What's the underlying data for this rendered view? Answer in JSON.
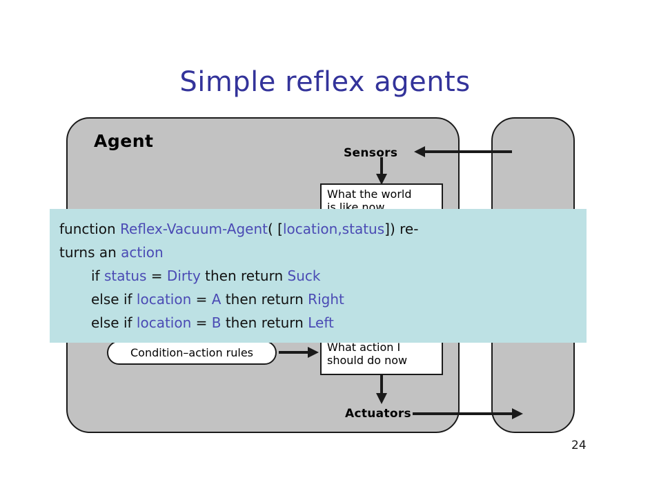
{
  "slide": {
    "title": "Simple reflex agents",
    "title_color": "#33339a",
    "page_number": "24",
    "background": "#ffffff"
  },
  "diagram": {
    "agent_label": "Agent",
    "environment_label": "",
    "sensors_label": "Sensors",
    "actuators_label": "Actuators",
    "world_state_box": "What the world\nis like now",
    "action_box": "What action I\nshould do now",
    "rules_box": "Condition–action rules",
    "box_fill": "#c2c2c2",
    "box_stroke": "#1a1a1a",
    "state_box_fill": "#ffffff"
  },
  "code_overlay": {
    "background": "#bde1e4",
    "keyword_color": "#111111",
    "identifier_color": "#4a4ab4",
    "lines": [
      {
        "indent": false,
        "tokens": [
          {
            "t": "function ",
            "k": "kw"
          },
          {
            "t": "Reflex-Vacuum-Agent",
            "k": "id"
          },
          {
            "t": "( [",
            "k": "kw"
          },
          {
            "t": "location,status",
            "k": "id"
          },
          {
            "t": "]) re-",
            "k": "kw"
          }
        ]
      },
      {
        "indent": false,
        "tokens": [
          {
            "t": "turns an ",
            "k": "kw"
          },
          {
            "t": "action",
            "k": "id"
          }
        ]
      },
      {
        "indent": true,
        "tokens": [
          {
            "t": "if ",
            "k": "kw"
          },
          {
            "t": "status",
            "k": "id"
          },
          {
            "t": " = ",
            "k": "kw"
          },
          {
            "t": "Dirty",
            "k": "id"
          },
          {
            "t": " then return ",
            "k": "kw"
          },
          {
            "t": "Suck",
            "k": "id"
          }
        ]
      },
      {
        "indent": true,
        "tokens": [
          {
            "t": "else if ",
            "k": "kw"
          },
          {
            "t": "location",
            "k": "id"
          },
          {
            "t": " = ",
            "k": "kw"
          },
          {
            "t": "A",
            "k": "id"
          },
          {
            "t": " then return ",
            "k": "kw"
          },
          {
            "t": "Right",
            "k": "id"
          }
        ]
      },
      {
        "indent": true,
        "tokens": [
          {
            "t": "else if ",
            "k": "kw"
          },
          {
            "t": "location",
            "k": "id"
          },
          {
            "t": " = ",
            "k": "kw"
          },
          {
            "t": "B",
            "k": "id"
          },
          {
            "t": " then return ",
            "k": "kw"
          },
          {
            "t": "Left",
            "k": "id"
          }
        ]
      }
    ]
  }
}
